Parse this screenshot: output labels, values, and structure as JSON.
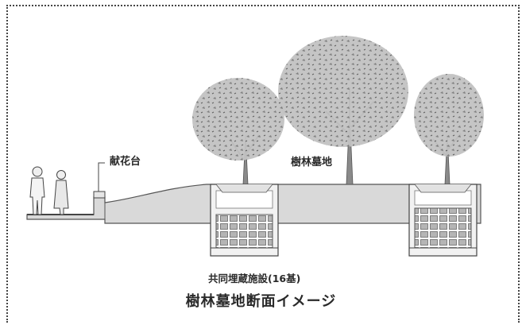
{
  "diagram": {
    "labels": {
      "offering_stand": "献花台",
      "tree_grove": "樹林墓地",
      "shared_facility": "共同埋蔵施設(16基)",
      "title": "樹林墓地断面イメージ"
    }
  },
  "colors": {
    "ground": "#d9d9d9",
    "ground_line": "#555555",
    "foliage": "#b8b8b8",
    "trunk": "#8a8a8a",
    "burial_box": "#c8c8c8",
    "border": "#444444"
  }
}
